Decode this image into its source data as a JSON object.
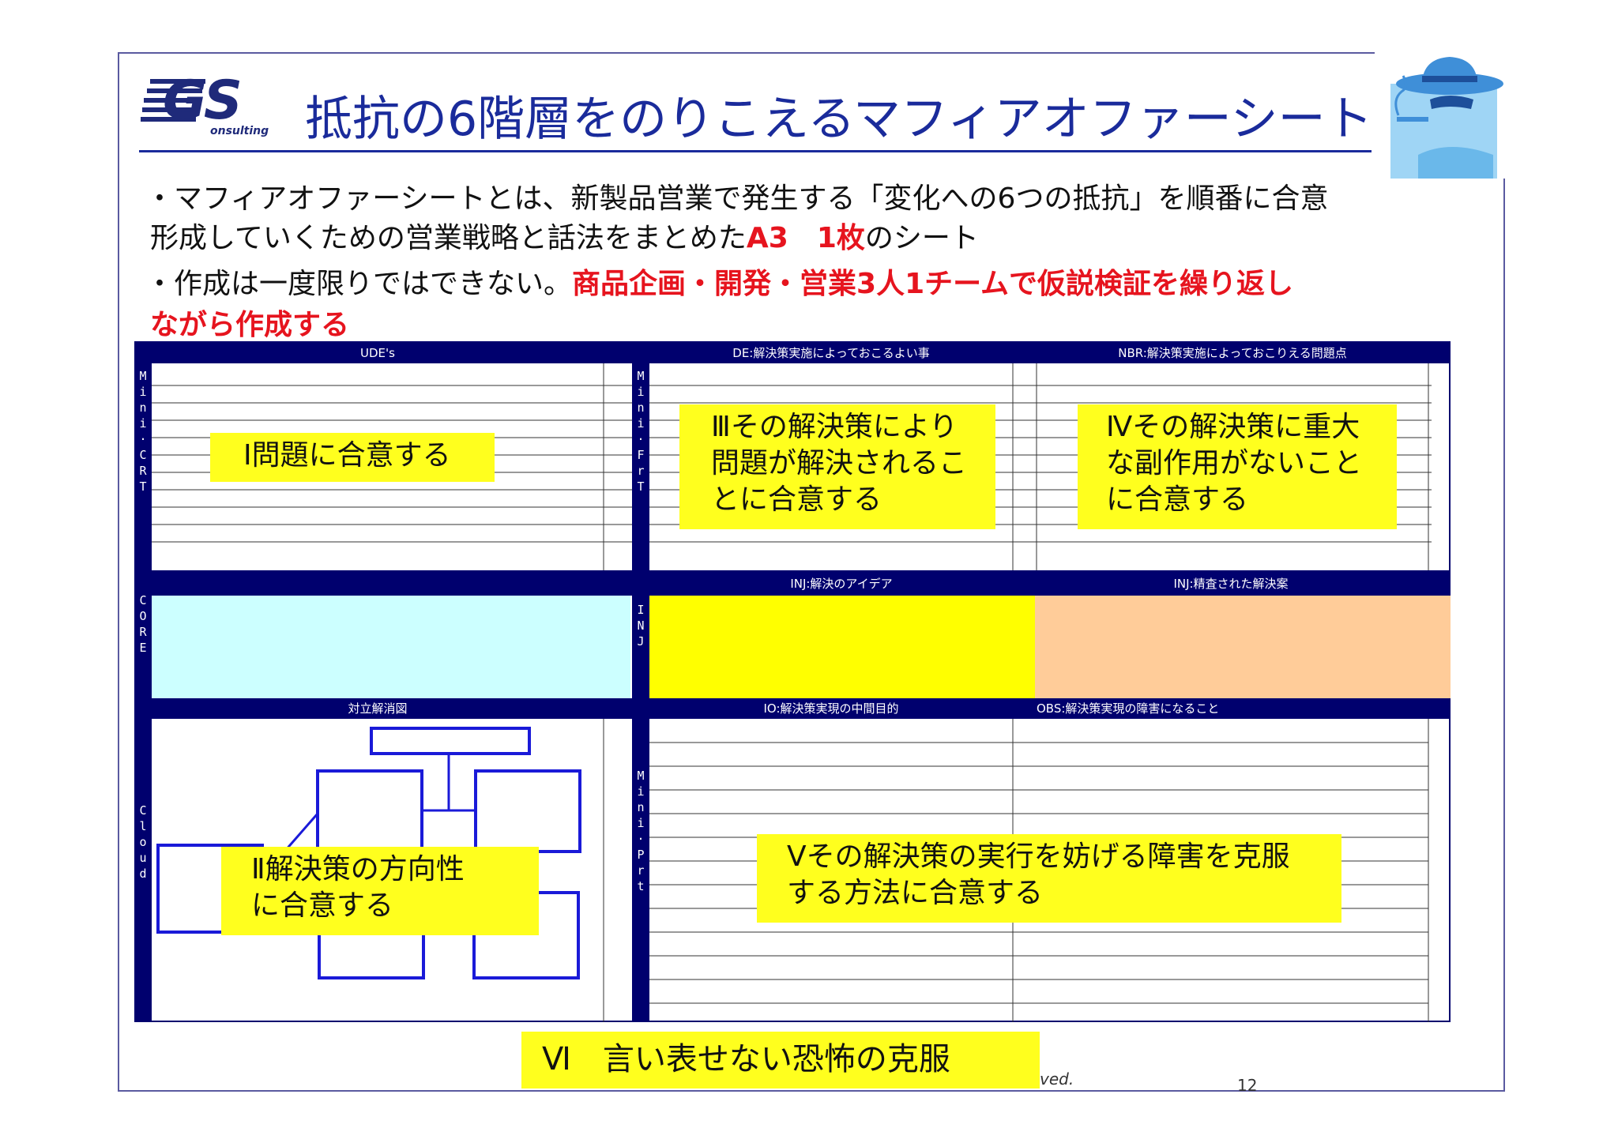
{
  "logo": {
    "text": "GS",
    "sub": "onsulting"
  },
  "title": "抵抗の6階層をのりこえるマフィアオファーシート",
  "bullets": {
    "line1": "・マフィアオファーシートとは、新製品営業で発生する「変化への6つの抵抗」を順番に合意",
    "line2_a": "形成していくための営業戦略と話法をまとめた",
    "line2_red": "A3　1枚",
    "line2_b": "のシート",
    "line3_a": "・作成は一度限りではできない。",
    "line3_red": "商品企画・開発・営業3人1チームで仮説検証を繰り返し",
    "line4_red": "ながら作成する"
  },
  "sheet": {
    "headers": {
      "udes": "UDE's",
      "de": "DE:解決策実施によっておこるよい事",
      "nbr": "NBR:解決策実施によっておこりえる問題点",
      "inj_idea": "INJ:解決のアイデア",
      "inj_refined": "INJ:精査された解決案",
      "cloud": "対立解消図",
      "io": "IO:解決策実現の中間目的",
      "obs": "OBS:解決策実現の障害になること"
    },
    "side_labels": {
      "mini_crt": "Mini-CRT",
      "mini_frt": "Mini-FrT",
      "core": "CORE",
      "inj": "INJ",
      "cloud": "Cloud",
      "mini_prt": "Mini-Prt"
    },
    "colors": {
      "navy": "#00006e",
      "core": "#ccffff",
      "inj": "#ffff00",
      "refined": "#ffcc99",
      "callout": "#ffff1e"
    }
  },
  "callouts": {
    "one": "Ⅰ問題に合意する",
    "two_a": "Ⅱ解決策の方向性",
    "two_b": "に合意する",
    "three_a": "Ⅲその解決策により",
    "three_b": "問題が解決されるこ",
    "three_c": "とに合意する",
    "four_a": "Ⅳその解決策に重大",
    "four_b": "な副作用がないこと",
    "four_c": "に合意する",
    "five_a": "Ⅴその解決策の実行を妨げる障害を克服",
    "five_b": "する方法に合意する",
    "six": "Ⅵ　言い表せない恐怖の克服"
  },
  "footer": {
    "copyright": "ved.",
    "page": "12"
  }
}
